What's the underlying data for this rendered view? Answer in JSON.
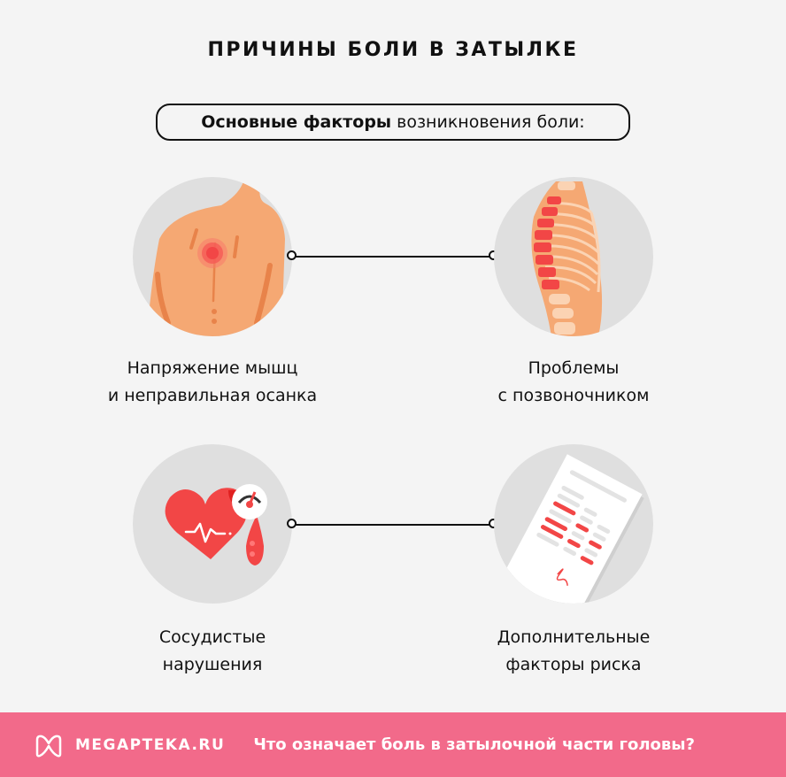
{
  "header": {
    "title": "ПРИЧИНЫ БОЛИ В ЗАТЫЛКЕ",
    "subtitle_bold": "Основные факторы",
    "subtitle_rest": "возникновения боли:"
  },
  "factors": [
    {
      "icon": "back-pain-icon",
      "line1": "Напряжение мышц",
      "line2": "и неправильная осанка"
    },
    {
      "icon": "spine-icon",
      "line1": "Проблемы",
      "line2": "с позвоночником"
    },
    {
      "icon": "heart-blood-pressure-icon",
      "line1": "Сосудистые",
      "line2": "нарушения"
    },
    {
      "icon": "medical-document-icon",
      "line1": "Дополнительные",
      "line2": "факторы риска"
    }
  ],
  "footer": {
    "logo_icon": "megapteka-logo-icon",
    "brand": "MEGAPTEKA.RU",
    "tagline": "Что означает боль в затылочной части головы?"
  },
  "colors": {
    "background": "#f4f4f4",
    "circle": "#dfdfdf",
    "skin": "#f5a873",
    "skin_dark": "#e8834a",
    "accent_red": "#f24646",
    "footer": "#f26a8a"
  }
}
